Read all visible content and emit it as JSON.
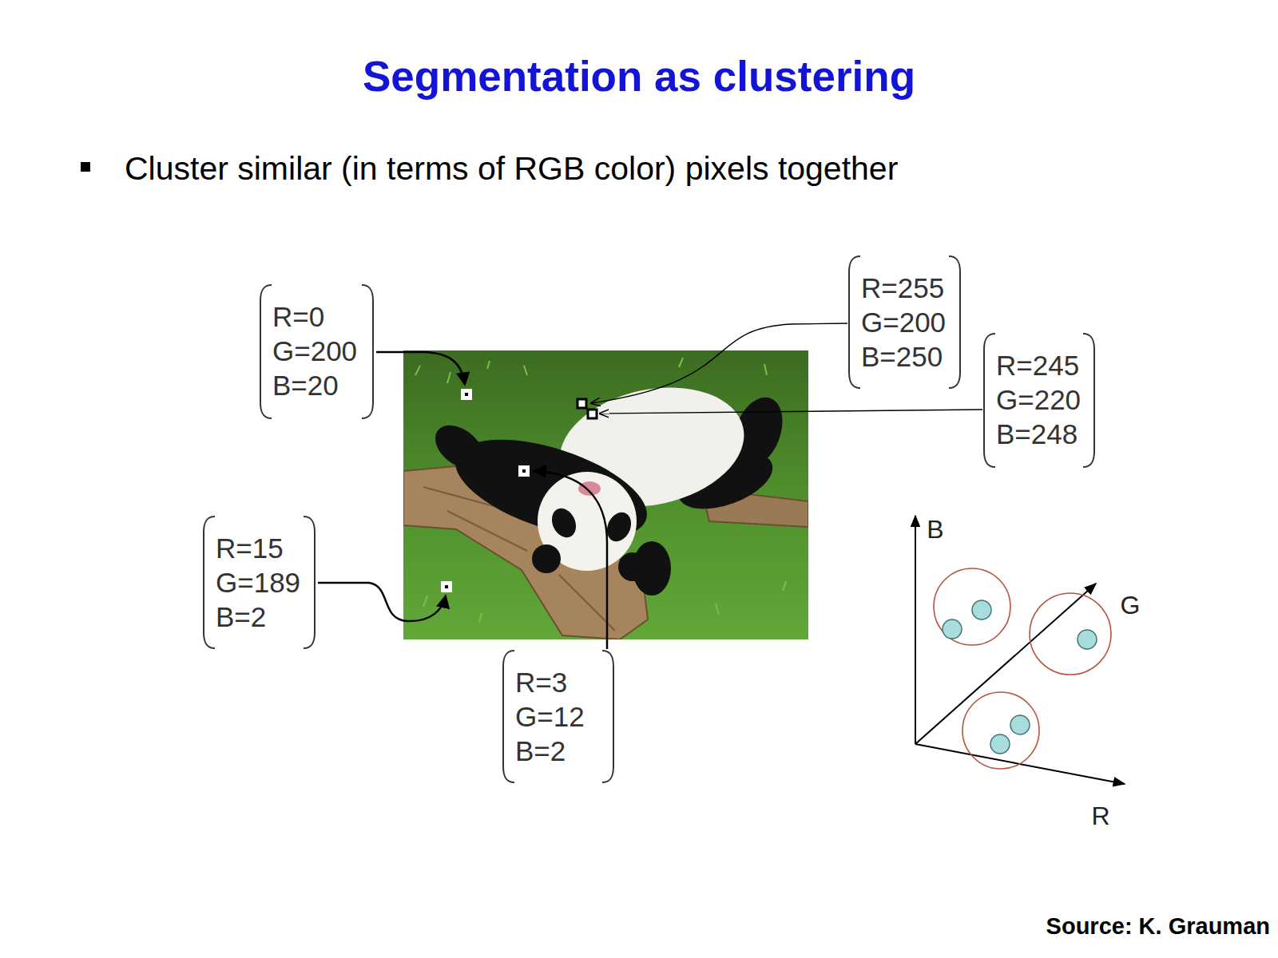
{
  "diagram": {
    "title": "Segmentation as clustering",
    "nodes": [
      {
        "text": [
          "R=0",
          "G=200",
          "B=20"
        ]
      },
      {
        "text": [
          "R=255",
          "G=200",
          "B=250"
        ]
      },
      {
        "text": [
          "R=245",
          "G=220",
          "B=248"
        ]
      },
      {
        "text": [
          "R=15",
          "G=189",
          "B=2"
        ]
      },
      {
        "text": [
          "R=3",
          "G=12",
          "B=2"
        ]
      }
    ],
    "labels": [
      "Cluster similar (in terms of RGB color) pixels together",
      "B",
      "G",
      "R",
      "Source: K. Grauman"
    ]
  }
}
